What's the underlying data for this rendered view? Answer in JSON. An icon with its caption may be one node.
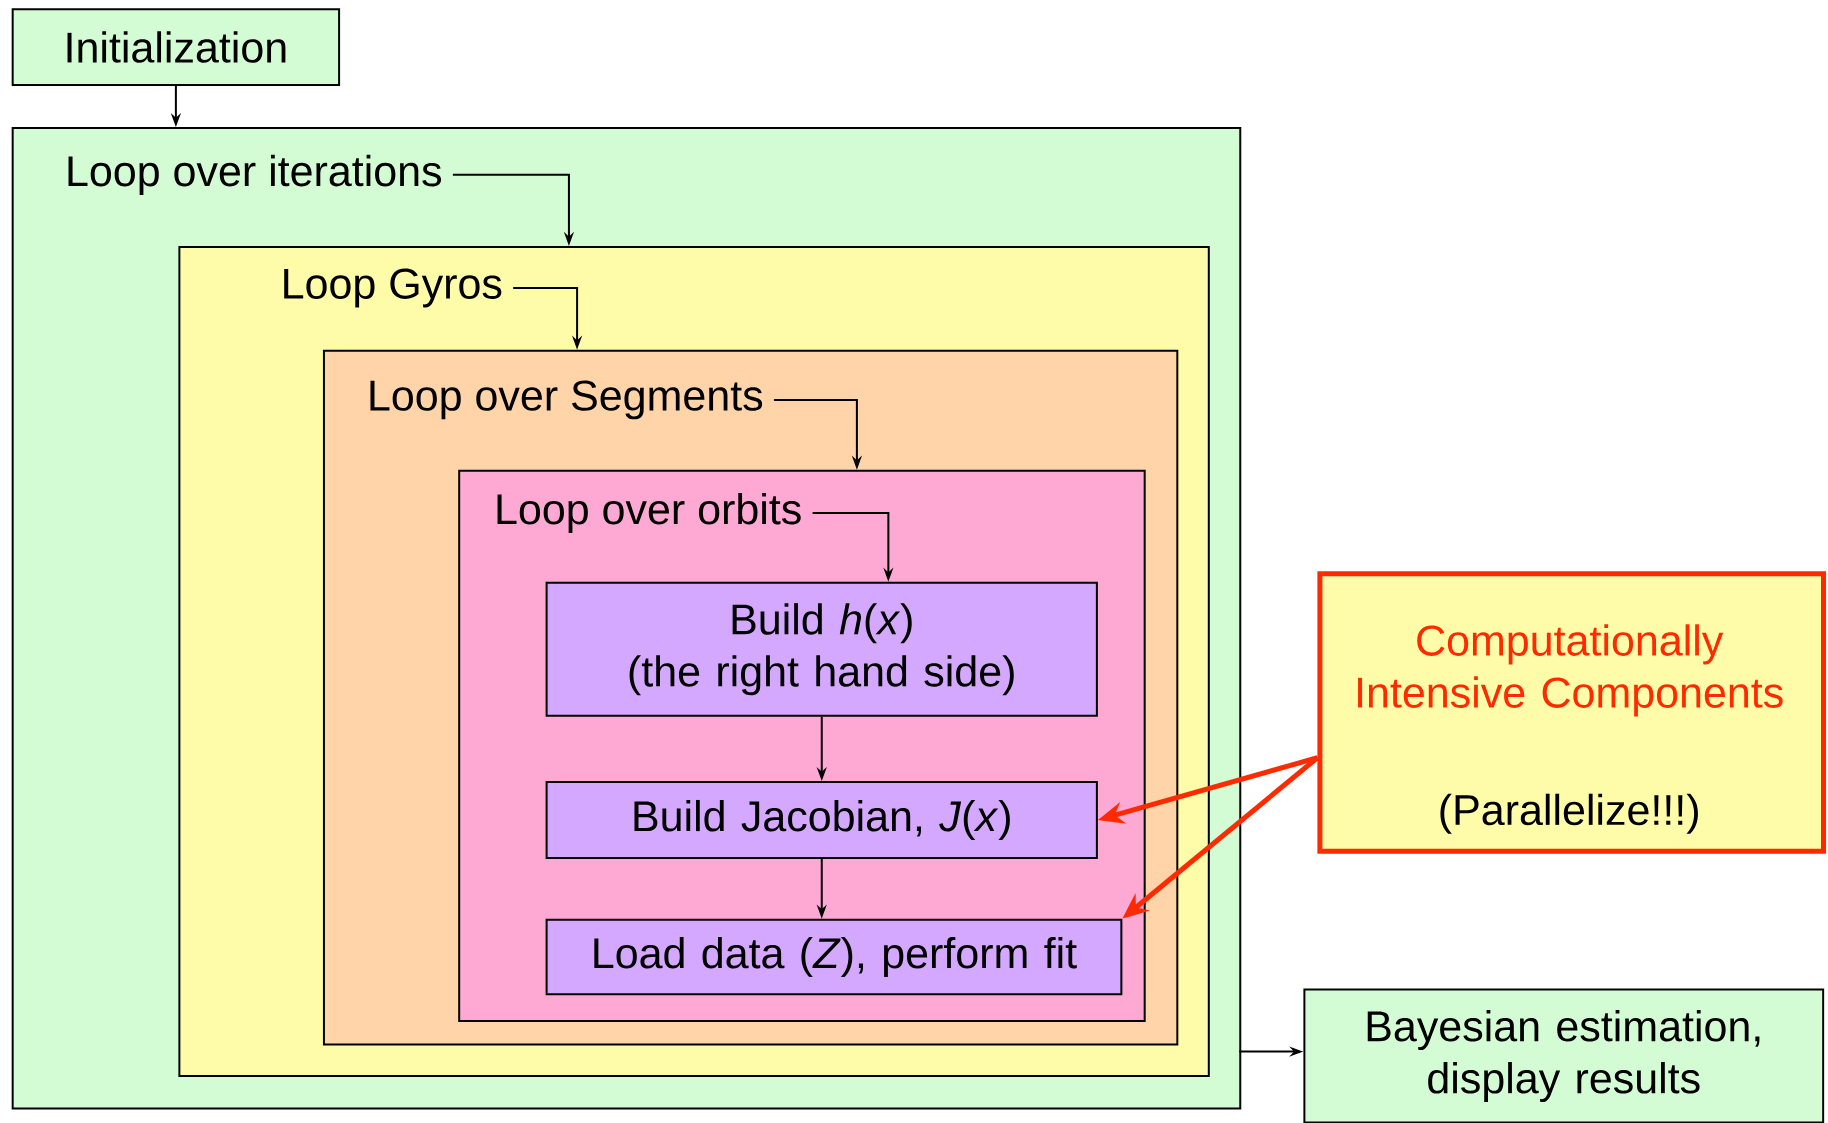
{
  "diagram": {
    "nodes": [
      {
        "text": [
          "Initialization"
        ]
      },
      {
        "text": [
          "Loop over iterations"
        ]
      },
      {
        "text": [
          "Loop Gyros"
        ],
        "in": 1
      },
      {
        "text": [
          "Loop over Segments"
        ],
        "in": 2
      },
      {
        "text": [
          "Loop over orbits"
        ],
        "in": 3
      },
      {
        "text": [
          "Build *h*(*x*)",
          "(the right hand side)"
        ],
        "in": 4
      },
      {
        "text": [
          "Build Jacobian, *J*(*x*)"
        ],
        "in": 4
      },
      {
        "text": [
          "Load data (*Z*), perform fit"
        ],
        "in": 4
      },
      {
        "text": [
          "Computationally Intensive Components",
          "(Parallelize!!!)"
        ]
      },
      {
        "text": [
          "Bayesian estimation, display results"
        ]
      }
    ],
    "edges": [
      {
        "from": 0,
        "to": 1,
        "arrow": "to"
      },
      {
        "from": 1,
        "to": 2,
        "arrow": "to"
      },
      {
        "from": 2,
        "to": 3,
        "arrow": "to"
      },
      {
        "from": 3,
        "to": 4,
        "arrow": "to"
      },
      {
        "from": 4,
        "to": 5,
        "arrow": "to"
      },
      {
        "from": 5,
        "to": 6,
        "arrow": "to"
      },
      {
        "from": 6,
        "to": 7,
        "arrow": "to"
      },
      {
        "from": 8,
        "to": 6,
        "arrow": "to",
        "style": "thick",
        "color": "#ff2a00"
      },
      {
        "from": 8,
        "to": 7,
        "arrow": "to",
        "style": "thick",
        "color": "#ff2a00"
      },
      {
        "from": 1,
        "to": 9,
        "arrow": "to"
      }
    ]
  }
}
